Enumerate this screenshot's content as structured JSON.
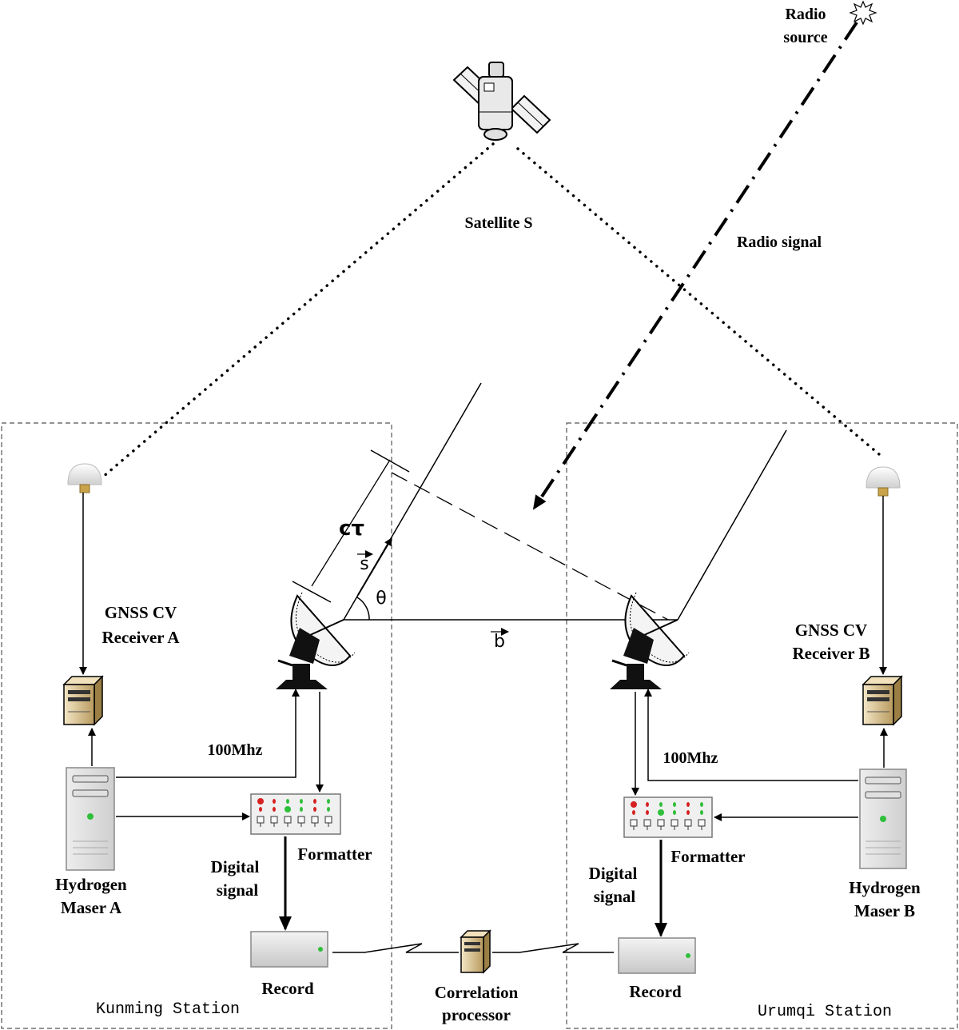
{
  "labels": {
    "radio_source_line1": "Radio",
    "radio_source_line2": "source",
    "satellite": "Satellite S",
    "radio_signal": "Radio signal",
    "c_tau": "cτ",
    "s_vec": "s",
    "theta": "θ",
    "b_vec": "b",
    "gnss_a_line1": "GNSS CV",
    "gnss_a_line2": "Receiver A",
    "gnss_b_line1": "GNSS CV",
    "gnss_b_line2": "Receiver B",
    "freq_a": "100Mhz",
    "freq_b": "100Mhz",
    "formatter_a": "Formatter",
    "formatter_b": "Formatter",
    "digital_a_line1": "Digital",
    "digital_a_line2": "signal",
    "digital_b_line1": "Digital",
    "digital_b_line2": "signal",
    "maser_a_line1": "Hydrogen",
    "maser_a_line2": "Maser A",
    "maser_b_line1": "Hydrogen",
    "maser_b_line2": "Maser B",
    "record_a": "Record",
    "record_b": "Record",
    "correlation_line1": "Correlation",
    "correlation_line2": "processor",
    "station_a": "Kunming Station",
    "station_b": "Urumqi Station"
  }
}
